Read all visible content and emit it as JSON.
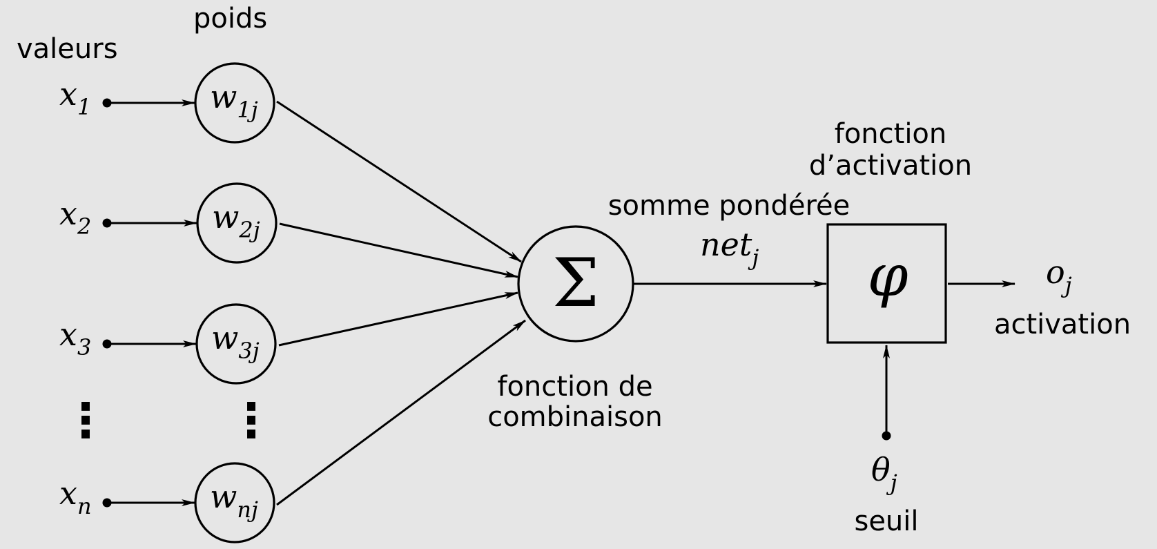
{
  "labels": {
    "valeurs": "valeurs",
    "poids": "poids",
    "somme": "somme pondérée",
    "fonction_activation_line1": "fonction",
    "fonction_activation_line2": "d’activation",
    "combinaison_line1": "fonction de",
    "combinaison_line2": "combinaison",
    "activation": "activation",
    "seuil": "seuil"
  },
  "inputs": [
    {
      "base": "x",
      "sub": "1",
      "weight_base": "w",
      "weight_sub": "1j"
    },
    {
      "base": "x",
      "sub": "2",
      "weight_base": "w",
      "weight_sub": "2j"
    },
    {
      "base": "x",
      "sub": "3",
      "weight_base": "w",
      "weight_sub": "3j"
    },
    {
      "base": "x",
      "sub": "n",
      "weight_base": "w",
      "weight_sub": "nj"
    }
  ],
  "ellipsis": "⋮",
  "sum_symbol": "Σ",
  "net": {
    "base": "net",
    "sub": "j"
  },
  "phi": "φ",
  "output": {
    "base": "o",
    "sub": "j"
  },
  "threshold": {
    "base": "θ",
    "sub": "j"
  }
}
